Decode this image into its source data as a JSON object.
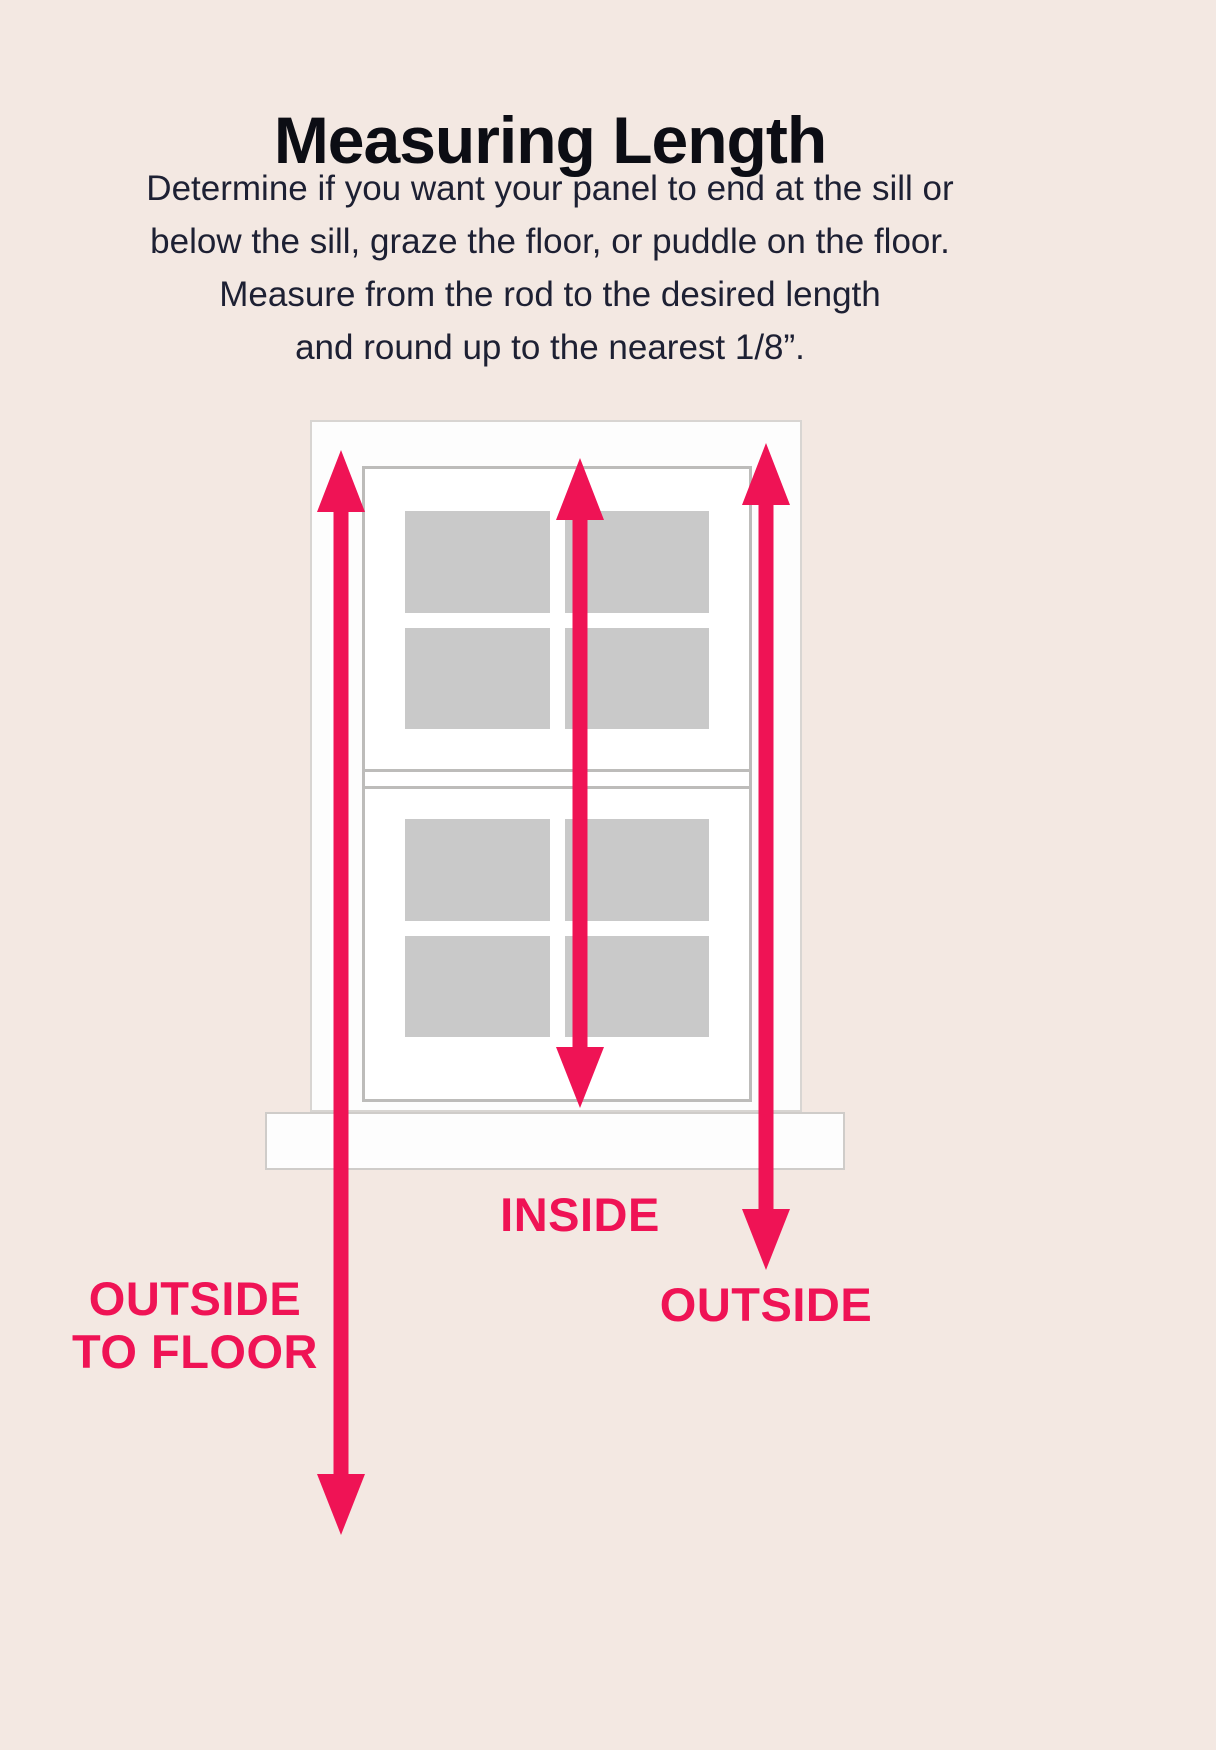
{
  "page": {
    "background_color": "#f3e8e2",
    "accent_color": "#ef1355",
    "title_color": "#0c0d14",
    "body_text_color": "#1d2033",
    "window_pane_color": "#c9c9c9",
    "title": "Measuring Length",
    "intro_lines": [
      "Determine if you want your panel to end at the sill or",
      "below the sill, graze the floor, or puddle on the floor.",
      "Measure from the rod to the desired length",
      "and round up to the nearest 1/8”."
    ]
  },
  "labels": {
    "inside": "INSIDE",
    "outside": "OUTSIDE",
    "outside_to_floor": [
      "OUTSIDE",
      "TO FLOOR"
    ]
  }
}
